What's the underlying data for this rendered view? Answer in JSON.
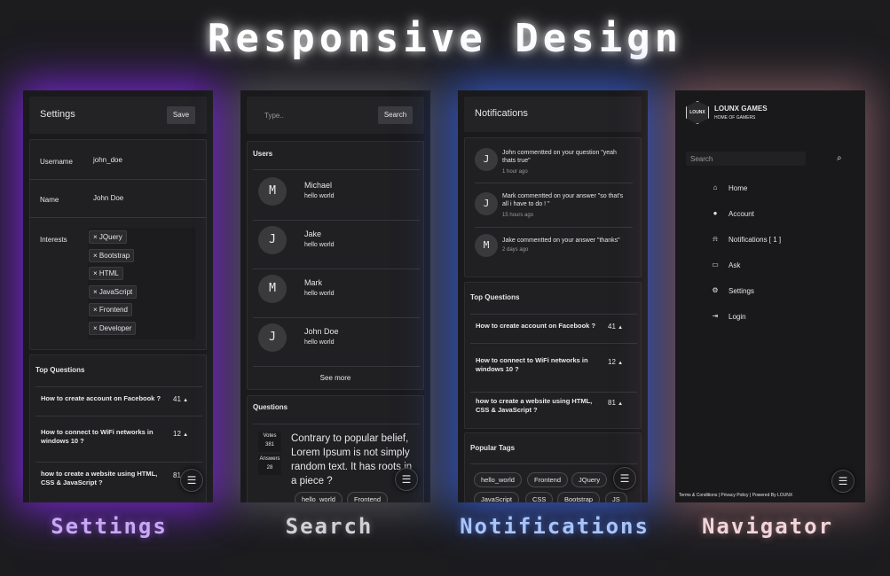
{
  "heading": "Responsive Design",
  "captions": {
    "settings": "Settings",
    "search": "Search",
    "notifications": "Notifications",
    "navigator": "Navigator"
  },
  "colors": {
    "settings_caption": "#c9a8f2",
    "search_caption": "#d0d0d6",
    "notifications_caption": "#a9c4f5",
    "navigator_caption": "#f0d6da"
  },
  "menu_icon": "☰",
  "top_questions": {
    "title": "Top Questions",
    "items": [
      {
        "question": "How to create account on Facebook ?",
        "count": "41"
      },
      {
        "question": "How to connect to WiFi networks in windows 10 ?",
        "count": "12"
      },
      {
        "question": "how to create a website using HTML, CSS & JavaScript ?",
        "count": "81"
      }
    ]
  },
  "settings": {
    "title": "Settings",
    "save_label": "Save",
    "username_label": "Username",
    "username_value": "john_doe",
    "name_label": "Name",
    "name_value": "John Doe",
    "interests_label": "Interests",
    "interests": [
      "JQuery",
      "Bootstrap",
      "HTML",
      "JavaScript",
      "Frontend",
      "Developer"
    ]
  },
  "search": {
    "placeholder": "Type..",
    "button_label": "Search",
    "users_title": "Users",
    "users": [
      {
        "initial": "M",
        "name": "Michael",
        "status": "hello world"
      },
      {
        "initial": "J",
        "name": "Jake",
        "status": "hello world"
      },
      {
        "initial": "M",
        "name": "Mark",
        "status": "hello world"
      },
      {
        "initial": "J",
        "name": "John Doe",
        "status": "hello world"
      }
    ],
    "see_more": "See more",
    "questions_title": "Questions",
    "question": {
      "votes_label": "Votes",
      "votes": "381",
      "answers_label": "Answers",
      "answers": "28",
      "text": "Contrary to popular belief, Lorem Ipsum is not simply random text. It has roots in a piece ?",
      "tags": [
        "hello_world",
        "Frontend"
      ]
    }
  },
  "notifications": {
    "title": "Notifications",
    "items": [
      {
        "initial": "J",
        "text": "John commentted on your question \"yeah thats true\"",
        "time": "1 hour ago"
      },
      {
        "initial": "J",
        "text": "Mark commentted on your answer \"so that's all i have to do ! \"",
        "time": "15 hours ago"
      },
      {
        "initial": "M",
        "text": "Jake commentted on your answer \"thanks\"",
        "time": "2 days ago"
      }
    ],
    "popular_tags_title": "Popular Tags",
    "tags": [
      "hello_world",
      "Frontend",
      "JQuery",
      "JavaScript",
      "CSS",
      "Bootstrap",
      "JS"
    ]
  },
  "navigator": {
    "logo_text": "LOUNX",
    "brand": "LOUNX GAMES",
    "tagline": "HOME OF GAMERS",
    "search_placeholder": "Search",
    "items": [
      {
        "icon": "home-icon",
        "glyph": "⌂",
        "label": "Home"
      },
      {
        "icon": "user-icon",
        "glyph": "●",
        "label": "Account"
      },
      {
        "icon": "bell-icon",
        "glyph": "⍾",
        "label": "Notifications [ 1 ]"
      },
      {
        "icon": "chat-icon",
        "glyph": "▭",
        "label": "Ask"
      },
      {
        "icon": "gear-icon",
        "glyph": "⚙",
        "label": "Settings"
      },
      {
        "icon": "login-icon",
        "glyph": "⇥",
        "label": "Login"
      }
    ],
    "footer": "Terms & Conditions | Privacy Policy | Powered By LOUNX"
  }
}
